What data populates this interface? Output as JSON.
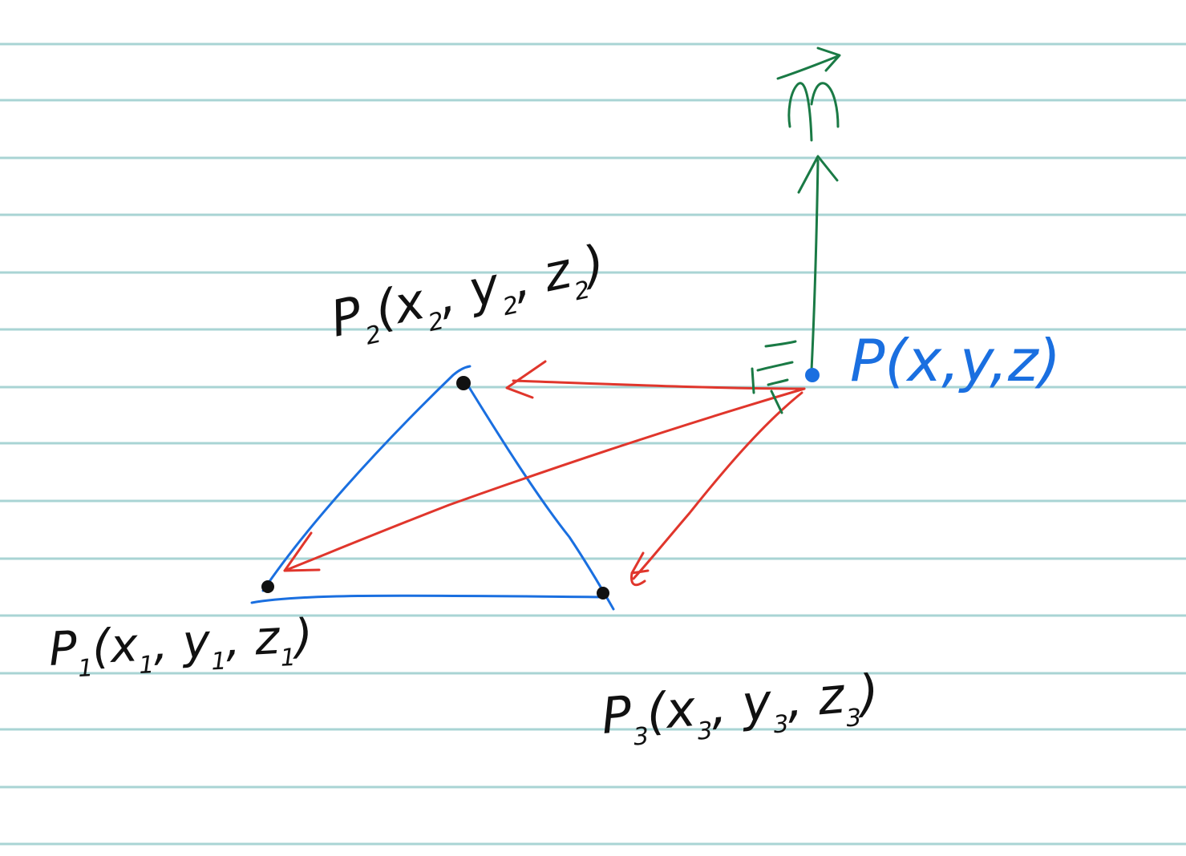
{
  "colors": {
    "ruled_line": "#a9d4d4",
    "black_ink": "#111111",
    "blue_ink": "#1a6fe0",
    "red_ink": "#e0362c",
    "green_ink": "#1a7a45",
    "paper": "#ffffff"
  },
  "labels": {
    "p1": {
      "main": "P",
      "sub": "1",
      "rest": "(x",
      "sub_x": "1",
      "comma1": ", y",
      "sub_y": "1",
      "comma2": ", z",
      "sub_z": "1",
      "close": ")"
    },
    "p2": {
      "main": "P",
      "sub": "2",
      "rest": "(x",
      "sub_x": "2",
      "comma1": ", y",
      "sub_y": "2",
      "comma2": ", z",
      "sub_z": "2",
      "close": ")"
    },
    "p3": {
      "main": "P",
      "sub": "3",
      "rest": "(x",
      "sub_x": "3",
      "comma1": ", y",
      "sub_y": "3",
      "comma2": ", z",
      "sub_z": "3",
      "close": ")"
    },
    "p": {
      "text": "P(x,y,z)"
    },
    "normal": {
      "text": "n"
    },
    "small_mark": {
      "text": "F"
    }
  }
}
